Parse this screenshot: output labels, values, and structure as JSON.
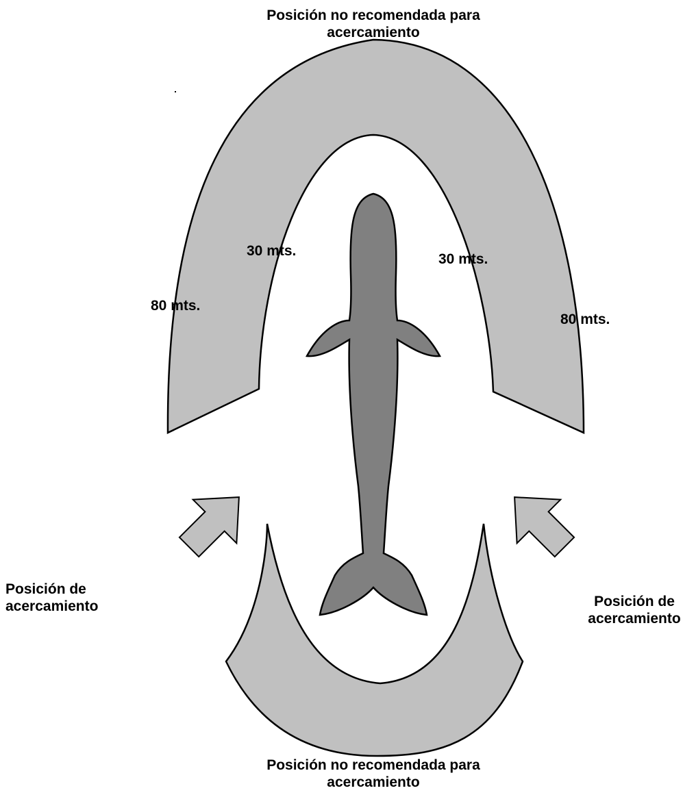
{
  "labels": {
    "top_zone": "Posición no recomendada para acercamiento",
    "bottom_zone": "Posición no recomendada para acercamiento",
    "left_approach": "Posición de acercamiento",
    "right_approach": "Posición de acercamiento",
    "inner_left_distance": "30 mts.",
    "inner_right_distance": "30 mts.",
    "outer_left_distance": "80 mts.",
    "outer_right_distance": "80 mts."
  },
  "colors": {
    "zone_fill": "#c0c0c0",
    "whale_fill": "#808080",
    "arrow_fill": "#c0c0c0",
    "outline": "#000000"
  },
  "icons": {
    "whale": "whale-silhouette-icon",
    "approach_arrow": "approach-arrow-icon"
  }
}
